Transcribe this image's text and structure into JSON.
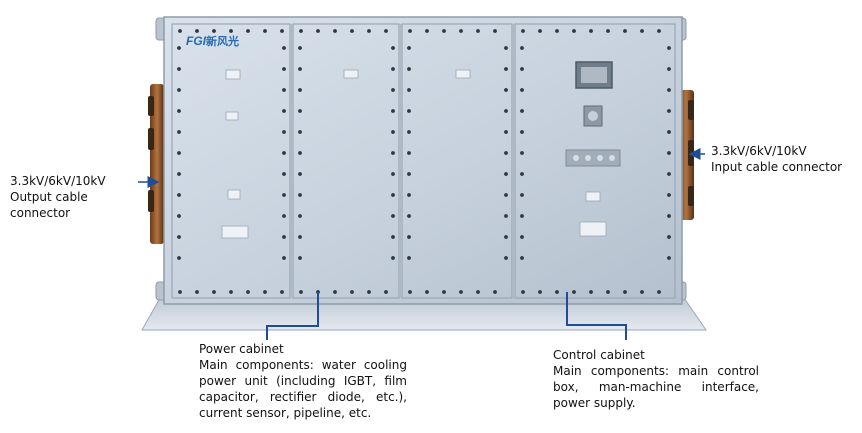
{
  "title": "",
  "brand": {
    "logo_text": "FGI",
    "logo_chinese": "新风光",
    "color": "#2a6ab3"
  },
  "colors": {
    "cabinet": "#c8d3df",
    "cabinet_edge": "#8f9baa",
    "connector_arrow": "#1f4e96",
    "leader_line": "#1f4e96"
  },
  "output_connector": {
    "voltage": "3.3kV/6kV/10kV",
    "name": "Output cable connector"
  },
  "input_connector": {
    "voltage": "3.3kV/6kV/10kV",
    "name": "Input cable connector"
  },
  "power_cabinet": {
    "title": "Power cabinet",
    "components": "Main components: water cooling power unit (including IGBT, film capacitor, rectifier diode, etc.), current sensor, pipeline, etc."
  },
  "control_cabinet": {
    "title": "Control cabinet",
    "components": "Main components: main control box, man-machine interface, power supply."
  }
}
